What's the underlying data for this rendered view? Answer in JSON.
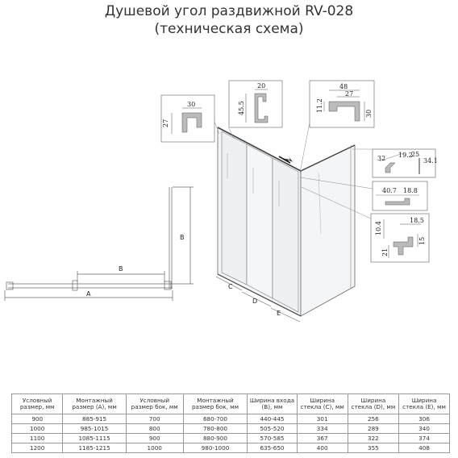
{
  "title": {
    "line1": "Душевой угол раздвижной RV-028",
    "line2": "(техническая схема)"
  },
  "side_view": {
    "dim_a": "A",
    "dim_b": "B",
    "dim_b_vertical": "B"
  },
  "isometric": {
    "dim_c": "C",
    "dim_d": "D",
    "dim_e": "E"
  },
  "details": {
    "box1": {
      "w": "30",
      "h": "27"
    },
    "box2": {
      "w": "20",
      "h": "45.5"
    },
    "box3": {
      "w1": "48",
      "w2": "27",
      "h1": "11.2",
      "h2": "30"
    },
    "box4": {
      "a": "32",
      "b": "19.2",
      "c": "25",
      "d": "34.1"
    },
    "box5": {
      "a": "40.7",
      "b": "18.8"
    },
    "box6": {
      "a": "18.5",
      "b": "10.4",
      "c": "15",
      "d": "21"
    }
  },
  "table": {
    "headers": [
      "Условный размер, мм",
      "Монтажный размер (A), мм",
      "Условный размер бок, мм",
      "Монтажный размер бок, мм",
      "Ширина входа (B), мм",
      "Ширина стекла (C), мм",
      "Ширина стекла (D), мм",
      "Ширина стекла (E), мм"
    ],
    "rows": [
      [
        "900",
        "885-915",
        "700",
        "680-700",
        "440-445",
        "301",
        "256",
        "306"
      ],
      [
        "1000",
        "985-1015",
        "800",
        "780-800",
        "505-520",
        "334",
        "289",
        "340"
      ],
      [
        "1100",
        "1085-1115",
        "900",
        "880-900",
        "570-585",
        "367",
        "322",
        "374"
      ],
      [
        "1200",
        "1185-1215",
        "1000",
        "980-1000",
        "635-650",
        "400",
        "355",
        "408"
      ]
    ]
  },
  "colors": {
    "line": "#555555",
    "glass": "#f2f4f6",
    "frame": "#888888"
  }
}
